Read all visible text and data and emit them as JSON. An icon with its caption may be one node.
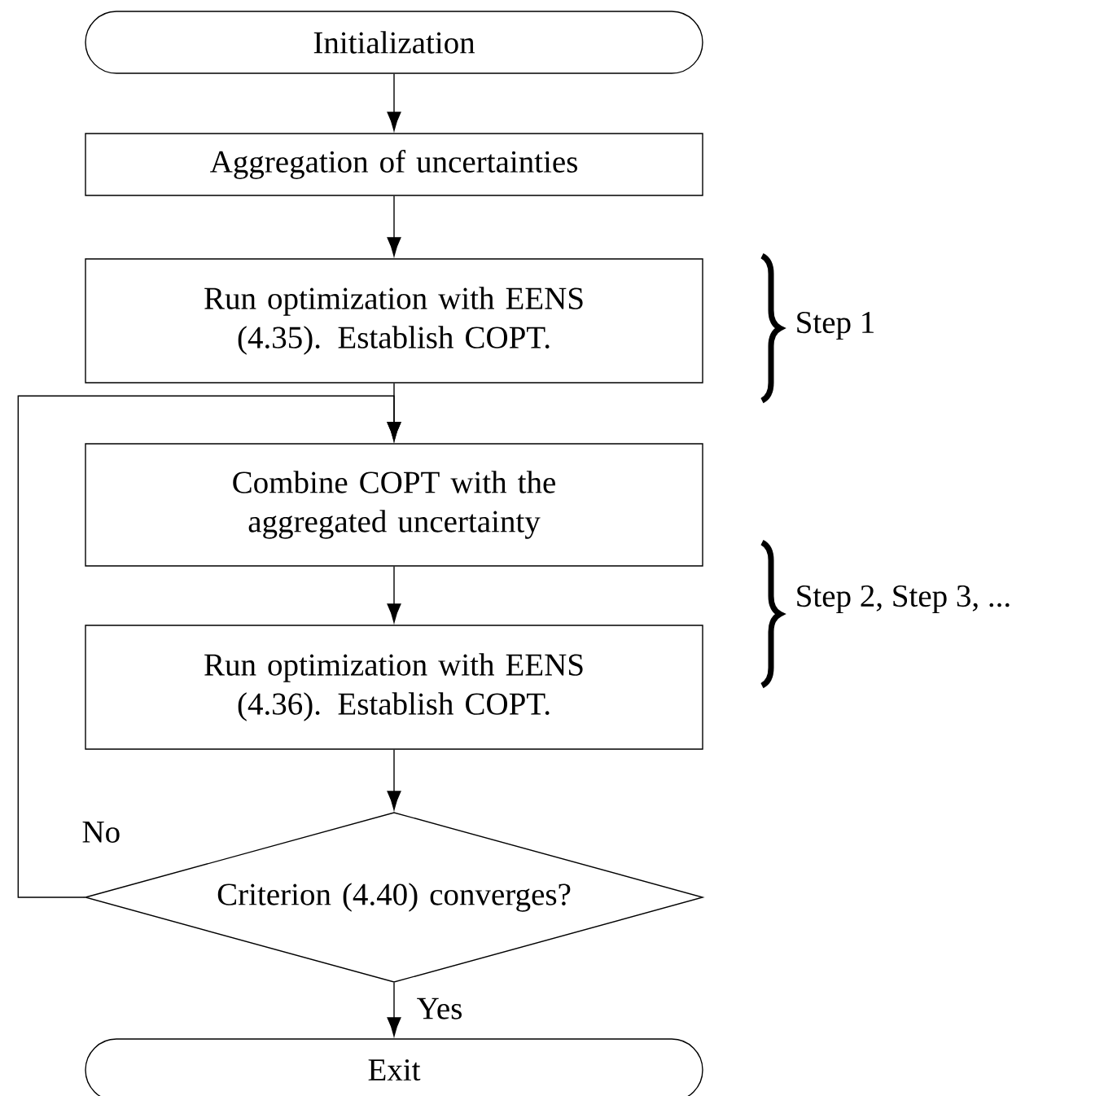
{
  "diagram": {
    "nodes": [
      {
        "text": [
          "Initialization"
        ]
      },
      {
        "text": [
          "Aggregation of uncertainties"
        ]
      },
      {
        "text": [
          "Run optimization with EENS (4.35). Establish COPT."
        ]
      },
      {
        "text": [
          "Combine COPT with the aggregated uncertainty"
        ]
      },
      {
        "text": [
          "Run optimization with EENS (4.36). Establish COPT."
        ]
      },
      {
        "text": [
          "Criterion (4.40) converges?"
        ]
      },
      {
        "text": [
          "Exit"
        ]
      }
    ],
    "edges": [
      {
        "from": 0,
        "to": 1,
        "arrow": "to"
      },
      {
        "from": 1,
        "to": 2,
        "arrow": "to"
      },
      {
        "from": 2,
        "to": 3,
        "arrow": "to"
      },
      {
        "from": 3,
        "to": 4,
        "arrow": "to"
      },
      {
        "from": 4,
        "to": 5,
        "arrow": "to"
      },
      {
        "from": 5,
        "to": 6,
        "arrow": "to",
        "label": "Yes"
      },
      {
        "from": 5,
        "to": 3,
        "arrow": "to",
        "label": "No"
      }
    ],
    "labels": [
      "Step 1",
      "Step 2, Step 3, ..."
    ]
  }
}
